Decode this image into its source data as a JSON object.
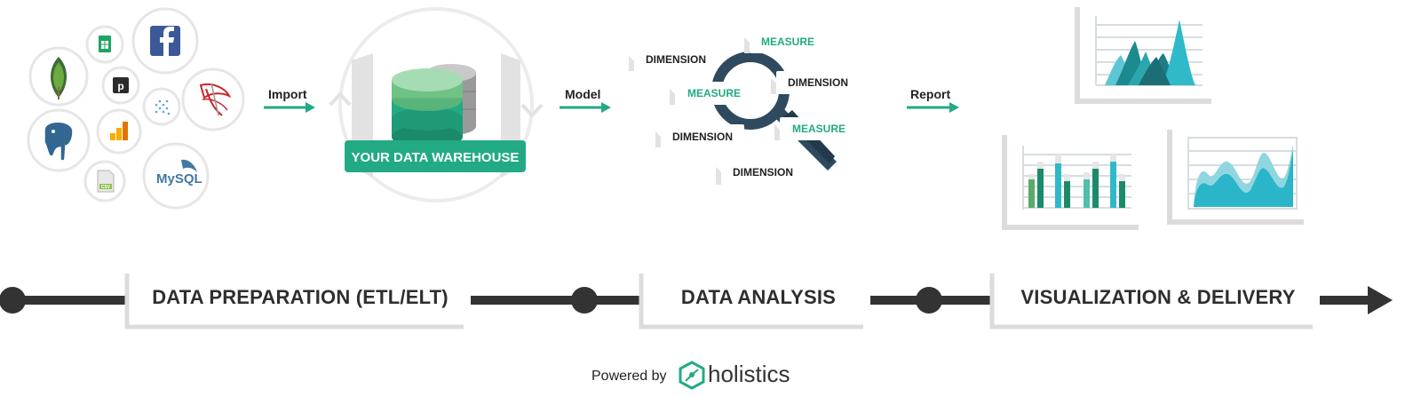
{
  "sources": {
    "logos": [
      "mongodb-logo",
      "google-sheets-logo",
      "facebook-logo",
      "pipedrive-logo",
      "segment-logo",
      "sql-server-logo",
      "postgresql-logo",
      "google-analytics-logo",
      "csv-file-logo",
      "mysql-logo"
    ],
    "pipedrive_letter": "p",
    "csv_label": "CSV",
    "mysql_label": "MySQL"
  },
  "arrows": {
    "import": "Import",
    "model": "Model",
    "report": "Report"
  },
  "warehouse": {
    "label": "YOUR DATA WAREHOUSE"
  },
  "analysis_tags": {
    "dimension": "DIMENSION",
    "measure": "MEASURE"
  },
  "stages": [
    {
      "label": "DATA PREPARATION (ETL/ELT)"
    },
    {
      "label": "DATA ANALYSIS"
    },
    {
      "label": "VISUALIZATION & DELIVERY"
    }
  ],
  "footer": {
    "powered_by": "Powered by",
    "brand": "holistics"
  },
  "colors": {
    "green": "#22aa85",
    "dark_green": "#1b8a6b",
    "teal": "#2bb5c9",
    "navy": "#2f4a5f",
    "timeline": "#333333",
    "frame": "#dcdcdc"
  }
}
